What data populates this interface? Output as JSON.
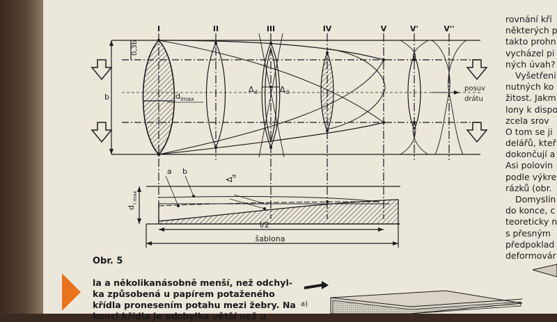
{
  "figure": {
    "roman": [
      "I",
      "II",
      "III",
      "IV",
      "V",
      "V'",
      "V''"
    ],
    "labels": {
      "b": "b",
      "frac": "0,3b",
      "dmax_top": "d",
      "dmax_sub": "Imax",
      "delta_left": "Δ",
      "delta_right": "Δ",
      "delta_sub": "d",
      "posuv": "posuv",
      "dratu": "drátu",
      "a": "a",
      "b2": "b",
      "delta_bottom": "Δ",
      "delta_bottom_sub": "d",
      "dmax_bottom": "d",
      "dmax_bottom_sub": "I max",
      "half": "l/2",
      "sablona": "šablona"
    }
  },
  "caption": "Obr. 5",
  "right_column": [
    "rovnání kří",
    "některých p",
    "takto prohn",
    "vycházel pi",
    "ných úvah?",
    "Vyšetřeni",
    "nutných ko",
    "žitost. Jakm",
    "lony k dispo",
    "zcela srov",
    "O tom se ji",
    "delářů, kteř",
    "dokončují a",
    "Asi polovin",
    "podle výkre",
    "rázků (obr.",
    "Domyslín",
    "do konce, c",
    "teoreticky n",
    "s přesným",
    "předpoklad",
    "deformovár"
  ],
  "bottom_text": [
    "la a několikanásobně menší, než odchyl-",
    "ka způsobená u papírem potaženého",
    "křídla pronesením potahu mezi žebry. Na",
    "konci křídla je odchylka větší než u"
  ],
  "small_fig": {
    "label": "a)"
  },
  "colors": {
    "paper": "#ece7db",
    "ink": "#1b1b1b",
    "accent": "#e8731c"
  }
}
